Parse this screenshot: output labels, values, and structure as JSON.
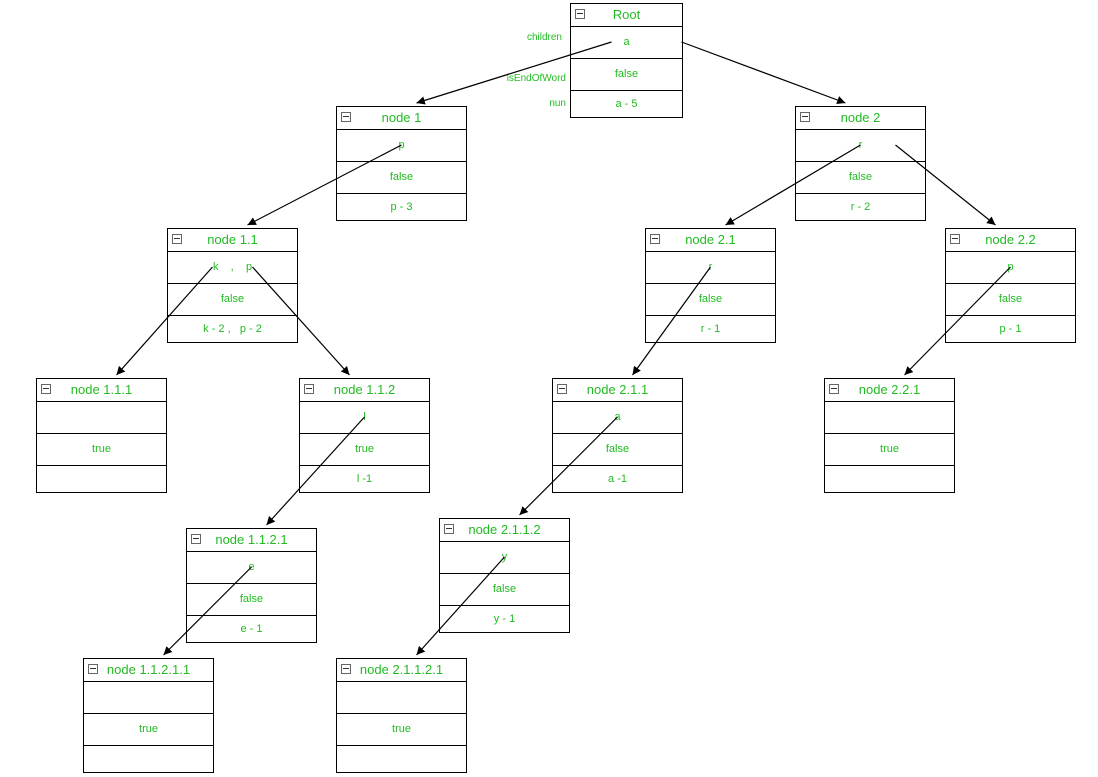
{
  "labels": {
    "children": "children",
    "is_end": "isEndOfWord",
    "num": "nun"
  },
  "nodes": {
    "root": {
      "title": "Root",
      "children": "a",
      "end": "false",
      "num": "a - 5"
    },
    "n1": {
      "title": "node 1",
      "children": "p",
      "end": "false",
      "num": "p - 3"
    },
    "n2": {
      "title": "node 2",
      "children": "r",
      "end": "false",
      "num": "r - 2"
    },
    "n11": {
      "title": "node 1.1",
      "children": "k    ,    p",
      "end": "false",
      "num": "k - 2 ,   p - 2"
    },
    "n21": {
      "title": "node 2.1",
      "children": "r",
      "end": "false",
      "num": "r - 1"
    },
    "n22": {
      "title": "node 2.2",
      "children": "p",
      "end": "false",
      "num": "p - 1"
    },
    "n111": {
      "title": "node 1.1.1",
      "children": "",
      "end": "true",
      "num": ""
    },
    "n112": {
      "title": "node 1.1.2",
      "children": "l",
      "end": "true",
      "num": "l -1"
    },
    "n211": {
      "title": "node 2.1.1",
      "children": "a",
      "end": "false",
      "num": "a -1"
    },
    "n221": {
      "title": "node 2.2.1",
      "children": "",
      "end": "true",
      "num": ""
    },
    "n1121": {
      "title": "node 1.1.2.1",
      "children": "e",
      "end": "false",
      "num": "e - 1"
    },
    "n2112": {
      "title": "node 2.1.1.2",
      "children": "y",
      "end": "false",
      "num": "y - 1"
    },
    "n11211": {
      "title": "node 1.1.2.1.1",
      "children": "",
      "end": "true",
      "num": ""
    },
    "n21121": {
      "title": "node 2.1.1.2.1",
      "children": "",
      "end": "true",
      "num": ""
    }
  },
  "edges": [
    [
      "root",
      "n1"
    ],
    [
      "root",
      "n2"
    ],
    [
      "n1",
      "n11"
    ],
    [
      "n2",
      "n21"
    ],
    [
      "n2",
      "n22"
    ],
    [
      "n11",
      "n111"
    ],
    [
      "n11",
      "n112"
    ],
    [
      "n21",
      "n211"
    ],
    [
      "n22",
      "n221"
    ],
    [
      "n112",
      "n1121"
    ],
    [
      "n211",
      "n2112"
    ],
    [
      "n1121",
      "n11211"
    ],
    [
      "n2112",
      "n21121"
    ]
  ],
  "colors": {
    "text": "#22bb22",
    "border": "#000000"
  }
}
